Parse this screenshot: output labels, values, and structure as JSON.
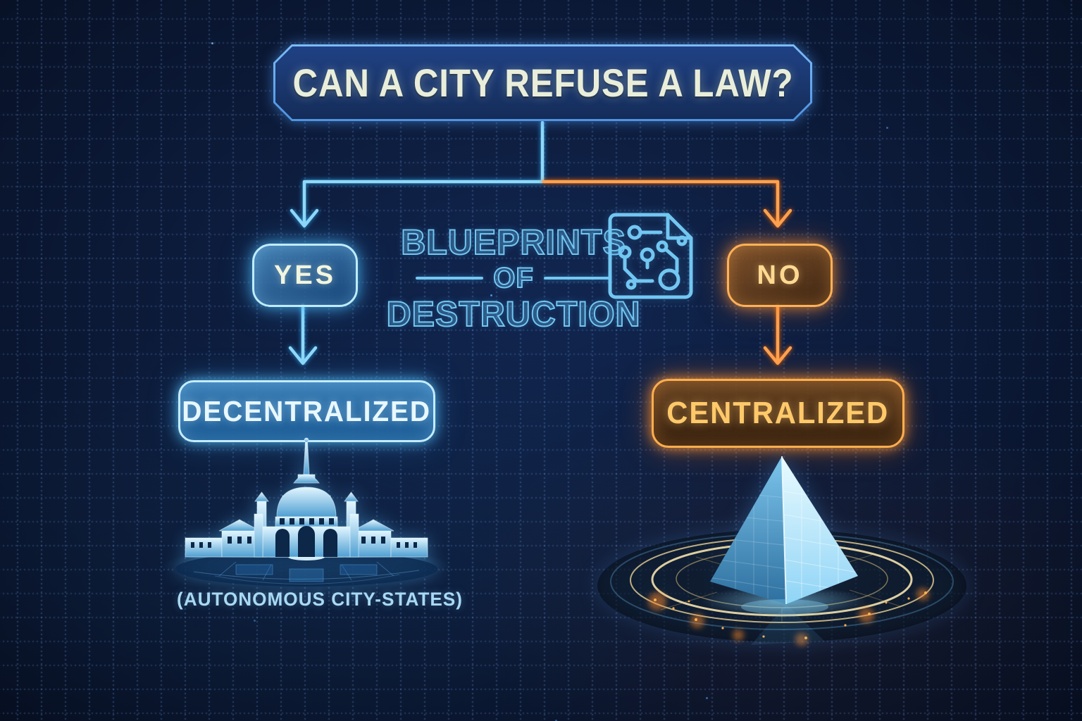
{
  "question_box": {
    "label": "CAN A CITY REFUSE A LAW?"
  },
  "logo": {
    "word_top": "BLUEPRINTS",
    "word_middle": "OF",
    "word_bottom": "DESTRUCTION",
    "icon": "blueprint-circuit-document-icon"
  },
  "branch_yes": {
    "answer_label": "YES",
    "outcome_label": "DECENTRALIZED",
    "caption": "(AUTONOMOUS CITY-STATES)",
    "illustration": "holographic-city-capitol"
  },
  "branch_no": {
    "answer_label": "NO",
    "outcome_label": "CENTRALIZED",
    "illustration": "holographic-pyramid-on-radar-platform"
  },
  "colors": {
    "background": "#0c1a38",
    "blue_line": "#7fd4f7",
    "orange_line": "#ffa24f",
    "logo_blue": "#72c7f2",
    "title_text": "#e9eedb",
    "yes_text": "#f2f5df",
    "no_text": "#ffd991",
    "decentralized_text": "#e8f8ff",
    "centralized_text": "#ffc96a"
  }
}
